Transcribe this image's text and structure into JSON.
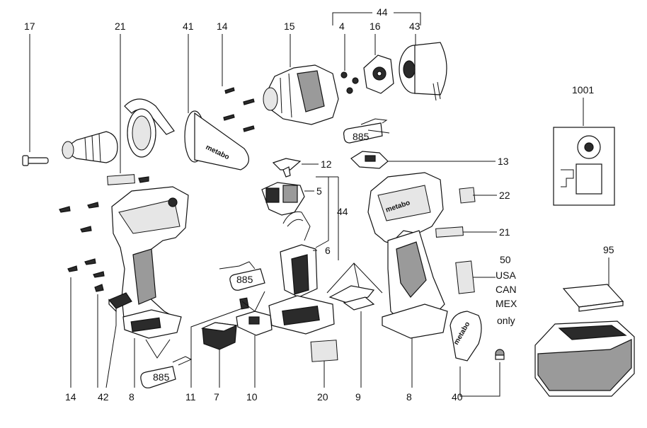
{
  "callouts": {
    "c17": "17",
    "c21a": "21",
    "c41": "41",
    "c14a": "14",
    "c15": "15",
    "c44a": "44",
    "c4": "4",
    "c16": "16",
    "c43": "43",
    "c1001": "1001",
    "c12": "12",
    "c13": "13",
    "c5": "5",
    "c44b": "44",
    "c6": "6",
    "c22": "22",
    "c21b": "21",
    "c50": "50",
    "c95": "95",
    "c14b": "14",
    "c42": "42",
    "c8a": "8",
    "c11": "11",
    "c7": "7",
    "c10": "10",
    "c20": "20",
    "c9": "9",
    "c8b": "8",
    "c40": "40"
  },
  "region_note": [
    "USA",
    "CAN",
    "MEX",
    "only"
  ],
  "grease_labels": {
    "g1": "885",
    "g2": "885",
    "g3": "885"
  },
  "brand_marks": {
    "housing": "metabo",
    "handle": "metabo",
    "cover": "metabo"
  }
}
